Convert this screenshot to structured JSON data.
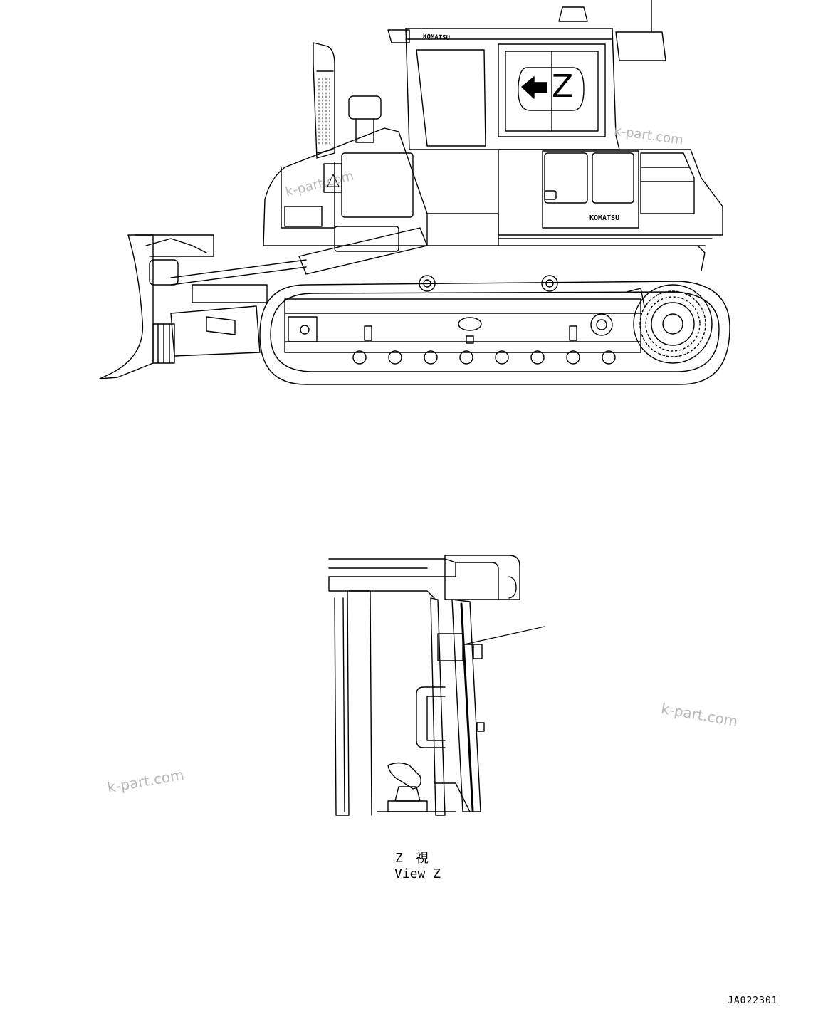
{
  "side_view": {
    "callout_letter": "Z",
    "cab_brand": "KOMATSU",
    "body_brand": "KOMATSU"
  },
  "detail_view": {
    "caption_jp": "Z　視",
    "caption_en": "View Z"
  },
  "watermarks": [
    "k-part.com",
    "k-part.com",
    "k-part.com",
    "k-part.com"
  ],
  "drawing_id": "JA022301"
}
